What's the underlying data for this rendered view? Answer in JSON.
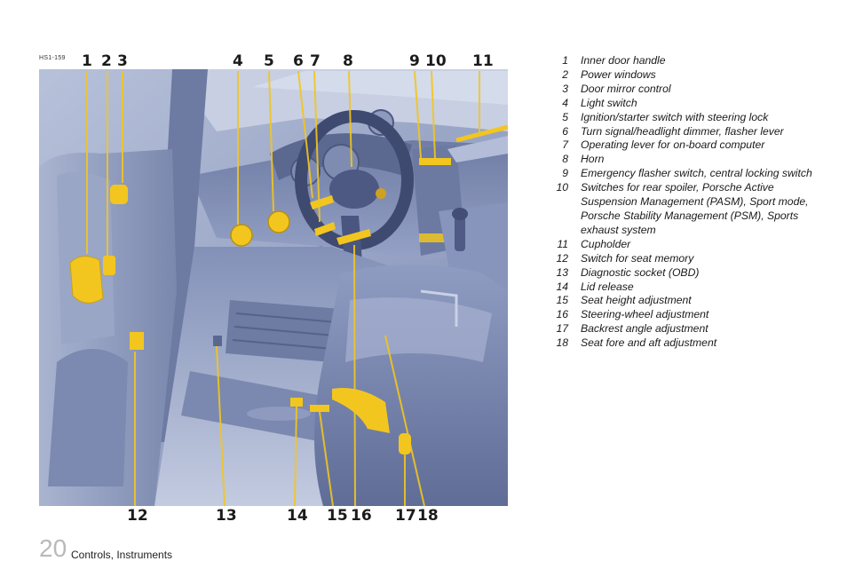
{
  "figure": {
    "id": "HS1-159",
    "top_labels": [
      "1",
      "2",
      "3",
      "4",
      "5",
      "6",
      "7",
      "8",
      "9",
      "10",
      "11"
    ],
    "bottom_labels": [
      "12",
      "13",
      "14",
      "15",
      "16",
      "17",
      "18"
    ]
  },
  "legend": [
    {
      "num": "1",
      "text": "Inner door handle"
    },
    {
      "num": "2",
      "text": "Power windows"
    },
    {
      "num": "3",
      "text": "Door mirror control"
    },
    {
      "num": "4",
      "text": "Light switch"
    },
    {
      "num": "5",
      "text": "Ignition/starter switch with steering lock"
    },
    {
      "num": "6",
      "text": "Turn signal/headlight dimmer, flasher lever"
    },
    {
      "num": "7",
      "text": "Operating lever for on-board computer"
    },
    {
      "num": "8",
      "text": "Horn"
    },
    {
      "num": "9",
      "text": "Emergency flasher switch, central locking switch"
    },
    {
      "num": "10",
      "text": "Switches for rear spoiler, Porsche Active Suspension Management (PASM), Sport mode, Porsche Stability Management (PSM), Sports exhaust system"
    },
    {
      "num": "11",
      "text": "Cupholder"
    },
    {
      "num": "12",
      "text": "Switch for seat memory"
    },
    {
      "num": "13",
      "text": "Diagnostic socket (OBD)"
    },
    {
      "num": "14",
      "text": "Lid release"
    },
    {
      "num": "15",
      "text": "Seat height adjustment"
    },
    {
      "num": "16",
      "text": "Steering-wheel adjustment"
    },
    {
      "num": "17",
      "text": "Backrest angle adjustment"
    },
    {
      "num": "18",
      "text": "Seat fore and aft adjustment"
    }
  ],
  "footer": {
    "page_number": "20",
    "section": "Controls, Instruments"
  },
  "colors": {
    "interior": "#9aa7c8",
    "highlight": "#f2c61f",
    "callout_line": "#f2c61f"
  }
}
